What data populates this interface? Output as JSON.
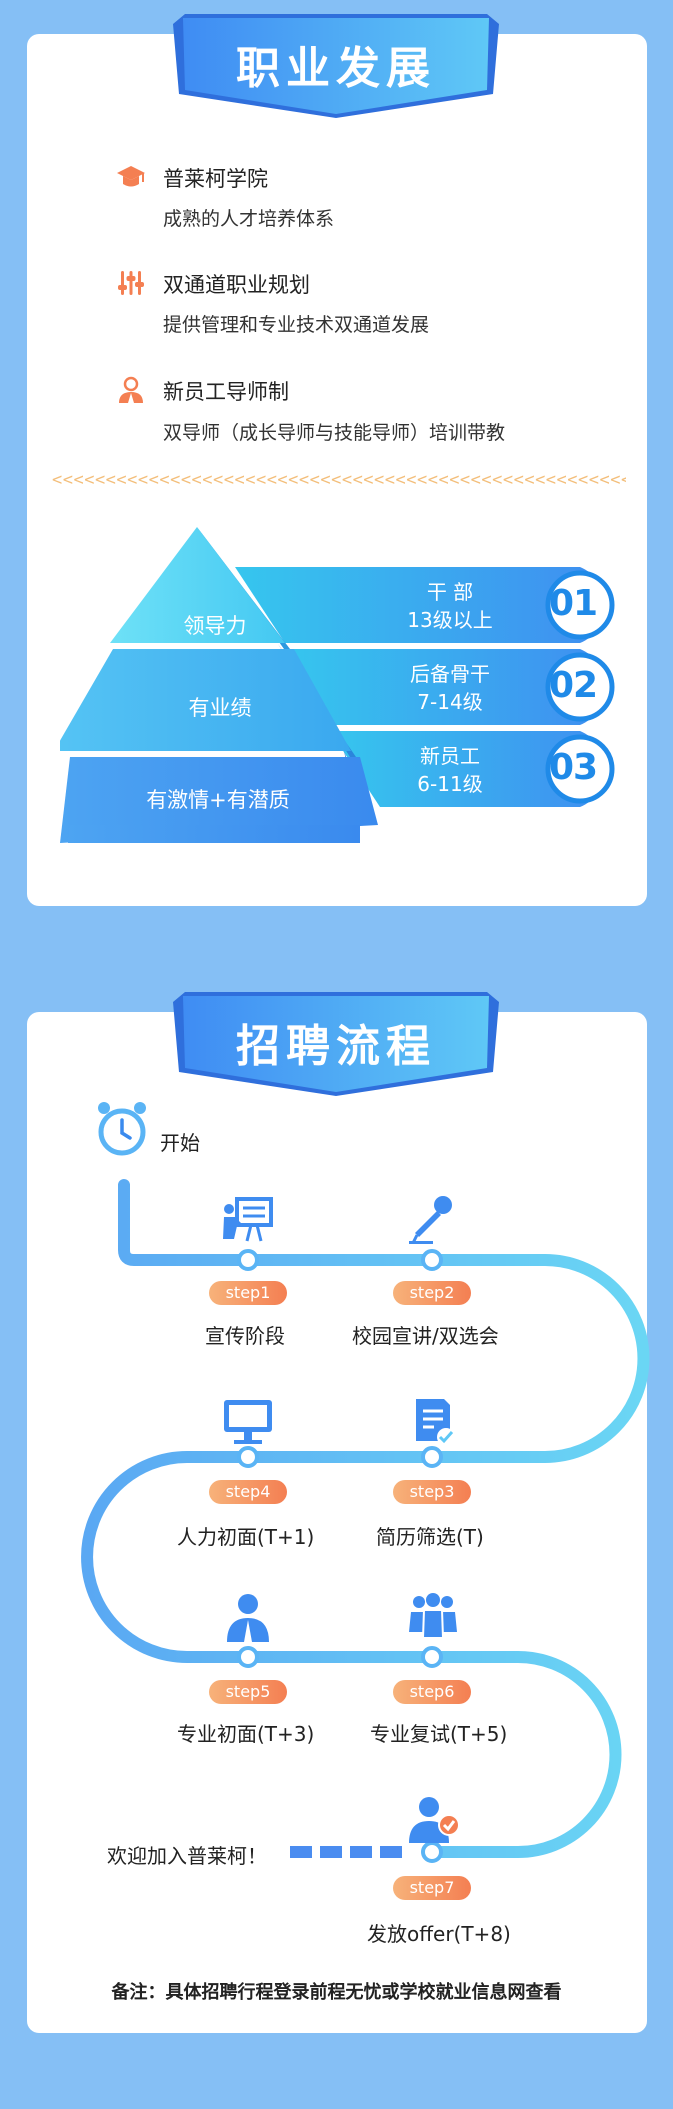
{
  "section1": {
    "title": "职业发展",
    "features": [
      {
        "icon": "graduation-cap-icon",
        "title": "普莱柯学院",
        "desc": "成熟的人才培养体系"
      },
      {
        "icon": "equalizer-icon",
        "title": "双通道职业规划",
        "desc": "提供管理和专业技术双通道发展"
      },
      {
        "icon": "mentor-person-icon",
        "title": "新员工导师制",
        "desc": "双导师（成长导师与技能导师）培训带教"
      }
    ],
    "pyramid": {
      "levels": [
        "领导力",
        "有业绩",
        "有激情+有潜质"
      ],
      "tiers": [
        {
          "name": "干 部",
          "range": "13级以上",
          "number": "01"
        },
        {
          "name": "后备骨干",
          "range": "7-14级",
          "number": "02"
        },
        {
          "name": "新员工",
          "range": "6-11级",
          "number": "03"
        }
      ]
    }
  },
  "section2": {
    "title": "招聘流程",
    "start_label": "开始",
    "steps": [
      {
        "badge": "step1",
        "label": "宣传阶段",
        "icon": "presentation-board-icon"
      },
      {
        "badge": "step2",
        "label": "校园宣讲/双选会",
        "icon": "microphone-icon"
      },
      {
        "badge": "step3",
        "label": "简历筛选(T)",
        "icon": "resume-check-icon"
      },
      {
        "badge": "step4",
        "label": "人力初面(T+1)",
        "icon": "monitor-icon"
      },
      {
        "badge": "step5",
        "label": "专业初面(T+3)",
        "icon": "interviewer-icon"
      },
      {
        "badge": "step6",
        "label": "专业复试(T+5)",
        "icon": "group-icon"
      },
      {
        "badge": "step7",
        "label": "发放offer(T+8)",
        "icon": "offer-person-icon"
      }
    ],
    "welcome": "欢迎加入普莱柯！",
    "note": "备注：具体招聘行程登录前程无忧或学校就业信息网查看"
  },
  "colors": {
    "background": "#85bff5",
    "banner_blue": "#4a9cf5",
    "accent_orange": "#f47f52",
    "path_blue": "#5ab4f5"
  }
}
